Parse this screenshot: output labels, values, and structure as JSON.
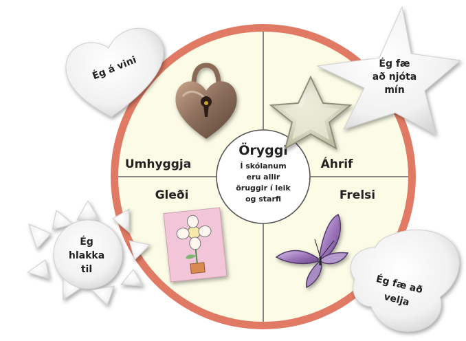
{
  "center": {
    "title": "Öryggi",
    "lines": [
      "Í skólanum",
      "eru allir",
      "öruggir í leik",
      "og starfi"
    ]
  },
  "quadrants": {
    "top_left": "Umhyggja",
    "top_right": "Áhrif",
    "bottom_left": "Gleði",
    "bottom_right": "Frelsi"
  },
  "bubbles": {
    "heart": [
      "Ég á vini"
    ],
    "star": [
      "Ég fæ",
      "að njóta",
      "mín"
    ],
    "sun": [
      "Ég",
      "hlakka",
      "til"
    ],
    "butterfly": [
      "Ég fæ að",
      "velja"
    ]
  },
  "icons": {
    "top_left": "heart-padlock-icon",
    "top_right": "star-icon",
    "bottom_left": "flower-drawing-icon",
    "bottom_right": "butterfly-icon"
  },
  "colors": {
    "ring": "#e07a64",
    "fill": "#fbfbe6",
    "butterfly": "#9a72b8"
  }
}
